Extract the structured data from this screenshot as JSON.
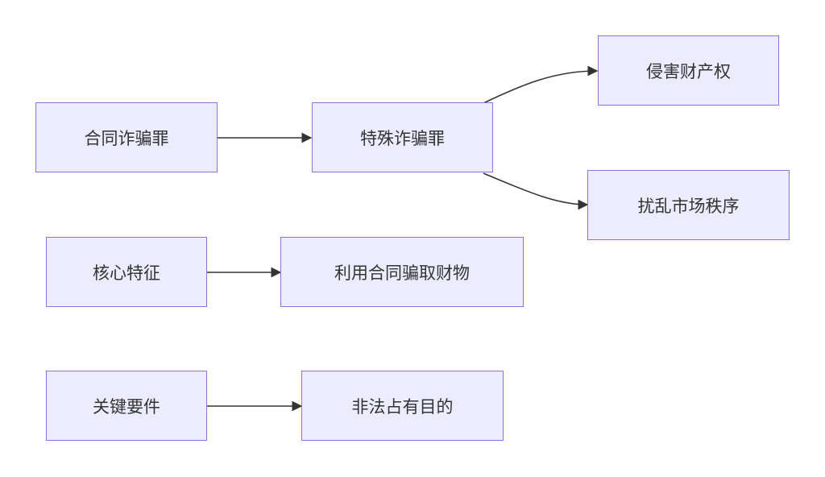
{
  "nodes": {
    "contract_fraud": "合同诈骗罪",
    "special_fraud": "特殊诈骗罪",
    "infringe_property": "侵害财产权",
    "disrupt_market": "扰乱市场秩序",
    "core_feature": "核心特征",
    "use_contract": "利用合同骗取财物",
    "key_element": "关键要件",
    "illegal_possession": "非法占有目的"
  },
  "edges": [
    {
      "from": "contract_fraud",
      "to": "special_fraud"
    },
    {
      "from": "special_fraud",
      "to": "infringe_property"
    },
    {
      "from": "special_fraud",
      "to": "disrupt_market"
    },
    {
      "from": "core_feature",
      "to": "use_contract"
    },
    {
      "from": "key_element",
      "to": "illegal_possession"
    }
  ],
  "colors": {
    "node_fill": "#ececff",
    "node_border": "#9370db",
    "edge": "#333333",
    "text": "#333333"
  }
}
